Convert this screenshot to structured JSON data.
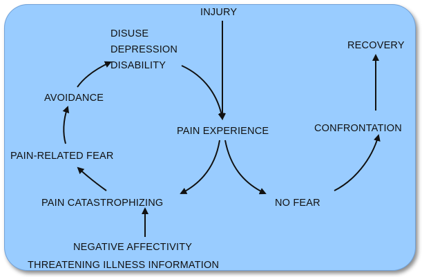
{
  "diagram": {
    "labels": {
      "injury": "INJURY",
      "disuse": "DISUSE",
      "depression": "DEPRESSION",
      "disability": "DISABILITY",
      "recovery": "RECOVERY",
      "avoidance": "AVOIDANCE",
      "pain_experience": "PAIN EXPERIENCE",
      "confrontation": "CONFRONTATION",
      "pain_related_fear": "PAIN-RELATED FEAR",
      "pain_catastrophizing": "PAIN CATASTROPHIZING",
      "no_fear": "NO FEAR",
      "negative_affectivity": "NEGATIVE AFFECTIVITY",
      "threatening_illness_information": "THREATENING ILLNESS INFORMATION"
    },
    "edges": [
      {
        "from": "injury",
        "to": "pain_experience"
      },
      {
        "from": "disability",
        "to": "pain_experience"
      },
      {
        "from": "pain_experience",
        "to": "pain_catastrophizing"
      },
      {
        "from": "pain_experience",
        "to": "no_fear"
      },
      {
        "from": "pain_catastrophizing",
        "to": "pain_related_fear"
      },
      {
        "from": "pain_related_fear",
        "to": "avoidance"
      },
      {
        "from": "avoidance",
        "to": "disability"
      },
      {
        "from": "negative_affectivity",
        "to": "pain_catastrophizing"
      },
      {
        "from": "no_fear",
        "to": "confrontation"
      },
      {
        "from": "confrontation",
        "to": "recovery"
      }
    ],
    "colors": {
      "background": "#99ccff",
      "ink": "#111111"
    }
  }
}
